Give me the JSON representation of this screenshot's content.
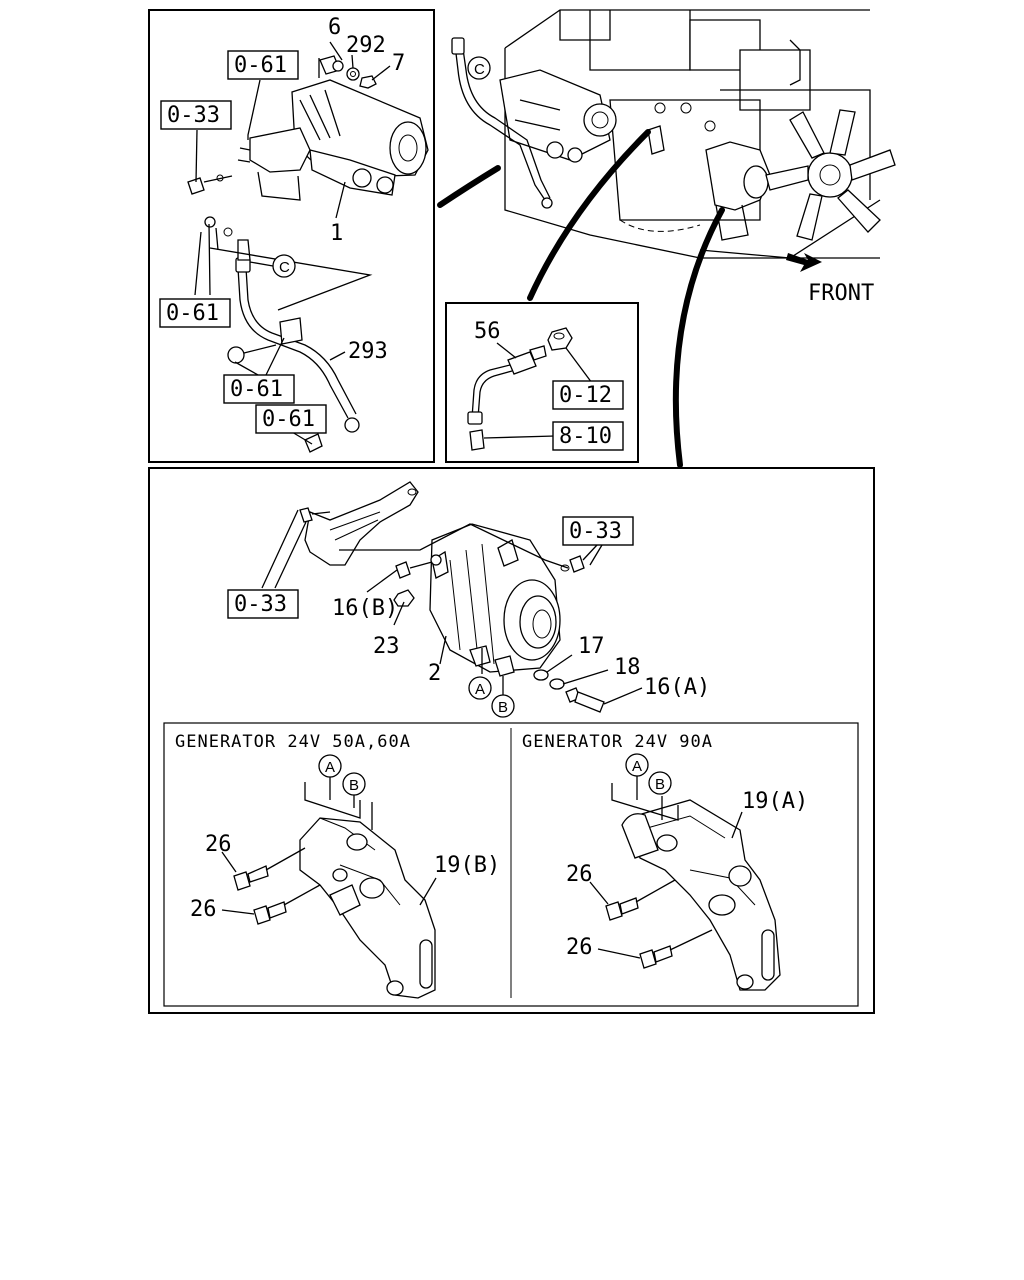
{
  "front_label": "FRONT",
  "connectors": {
    "A": "A",
    "B": "B",
    "C": "C"
  },
  "refs": {
    "r061_top": "0-61",
    "r033_left": "0-33",
    "r061_mid": "0-61",
    "r061_low": "0-61",
    "r061_bot": "0-61",
    "r012": "0-12",
    "r810": "8-10",
    "r033_gen_right": "0-33",
    "r033_gen_left": "0-33"
  },
  "parts": {
    "p6": "6",
    "p292": "292",
    "p7": "7",
    "p1": "1",
    "p293": "293",
    "p56": "56",
    "p16b": "16(B)",
    "p23": "23",
    "p2": "2",
    "p17": "17",
    "p18": "18",
    "p16a": "16(A)",
    "p26_l1": "26",
    "p26_l2": "26",
    "p19b": "19(B)",
    "p26_r1": "26",
    "p26_r2": "26",
    "p19a": "19(A)"
  },
  "panels": {
    "left_title": "GENERATOR 24V 50A,60A",
    "right_title": "GENERATOR 24V 90A"
  }
}
